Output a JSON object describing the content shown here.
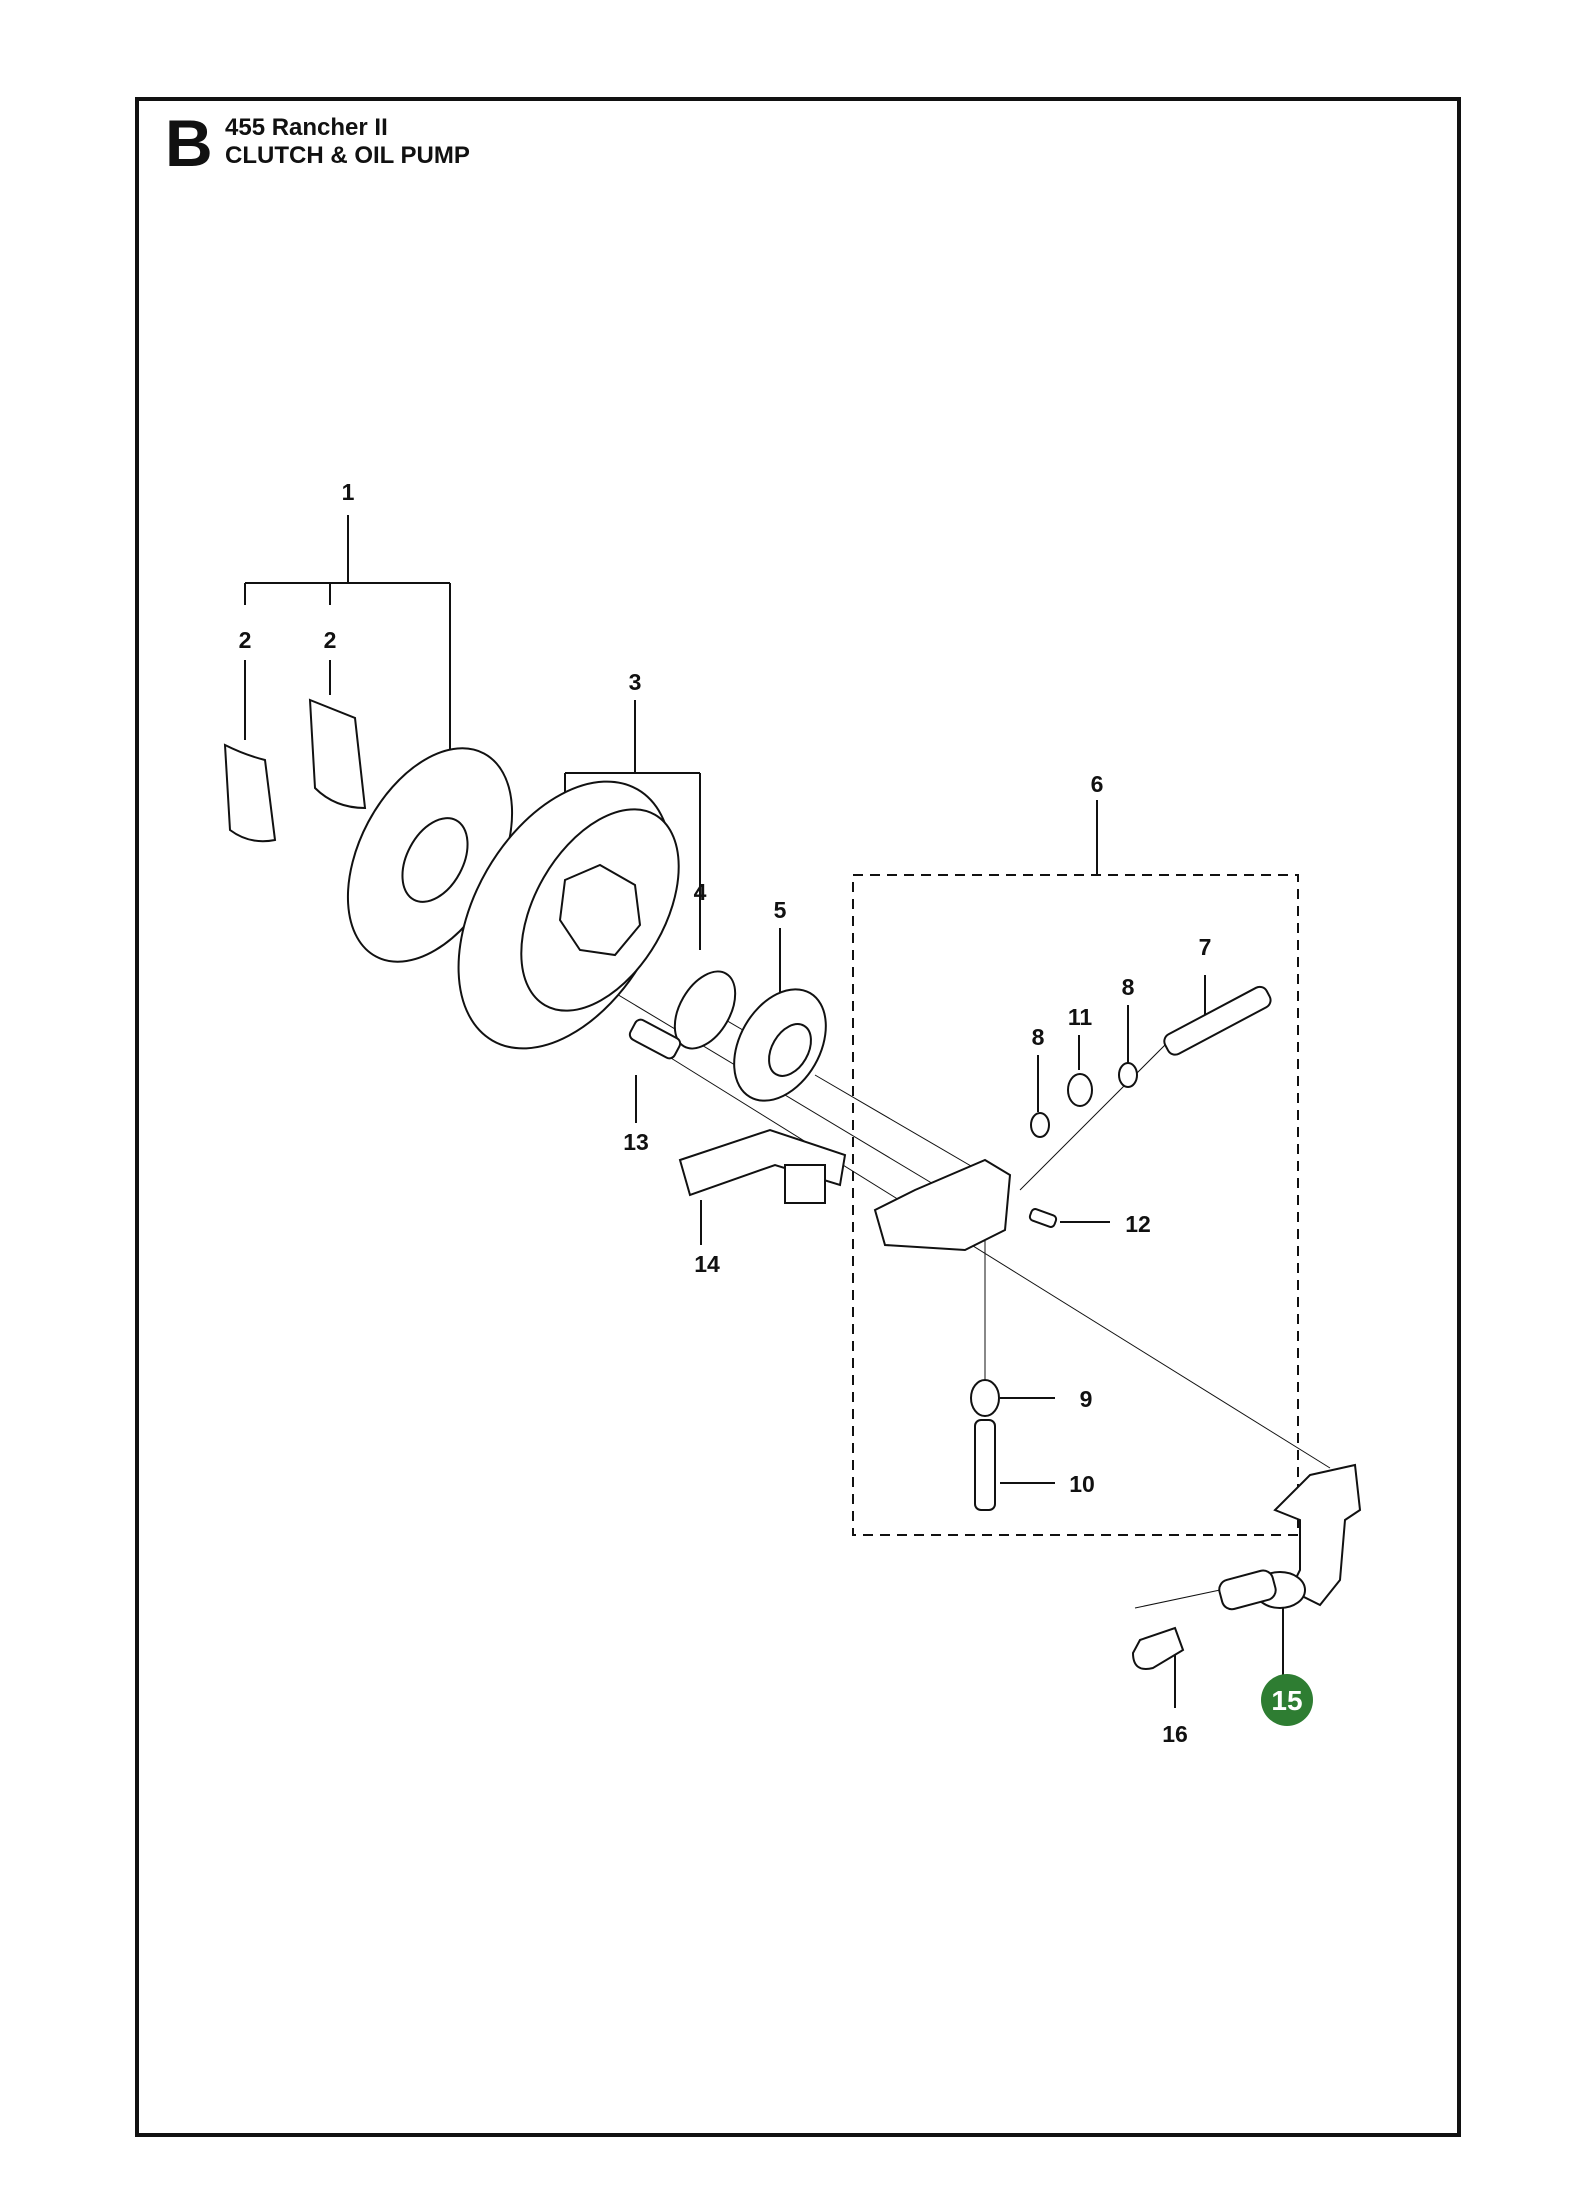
{
  "header": {
    "section_letter": "B",
    "model": "455 Rancher II",
    "title": "CLUTCH & OIL PUMP"
  },
  "colors": {
    "ink": "#111111",
    "highlight": "#2e7d32"
  },
  "callouts": [
    {
      "id": "c1",
      "label": "1"
    },
    {
      "id": "c2a",
      "label": "2"
    },
    {
      "id": "c2b",
      "label": "2"
    },
    {
      "id": "c3",
      "label": "3"
    },
    {
      "id": "c4",
      "label": "4"
    },
    {
      "id": "c5",
      "label": "5"
    },
    {
      "id": "c6",
      "label": "6"
    },
    {
      "id": "c7",
      "label": "7"
    },
    {
      "id": "c8a",
      "label": "8"
    },
    {
      "id": "c8b",
      "label": "8"
    },
    {
      "id": "c9",
      "label": "9"
    },
    {
      "id": "c10",
      "label": "10"
    },
    {
      "id": "c11",
      "label": "11"
    },
    {
      "id": "c12",
      "label": "12"
    },
    {
      "id": "c13",
      "label": "13"
    },
    {
      "id": "c14",
      "label": "14"
    },
    {
      "id": "c15",
      "label": "15",
      "highlighted": true
    },
    {
      "id": "c16",
      "label": "16"
    }
  ]
}
